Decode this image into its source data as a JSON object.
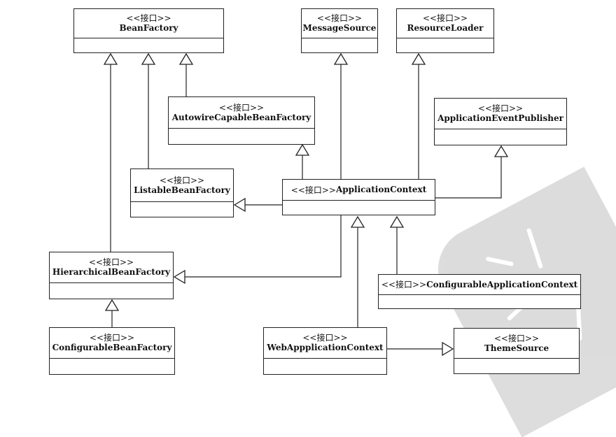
{
  "diagram": {
    "stereotype": "<<接口>>",
    "boxes": {
      "bean_factory": "BeanFactory",
      "message_source": "MessageSource",
      "resource_loader": "ResourceLoader",
      "autowire_capable_bean_factory": "AutowireCapableBeanFactory",
      "application_event_publisher": "ApplicationEventPublisher",
      "listable_bean_factory": "ListableBeanFactory",
      "application_context": "ApplicationContext",
      "hierarchical_bean_factory": "HierarchicalBeanFactory",
      "configurable_application_context": "ConfigurableApplicationContext",
      "configurable_bean_factory": "ConfigurableBeanFactory",
      "web_application_context": "WebAppplicationContext",
      "theme_source": "ThemeSource"
    }
  },
  "colors": {
    "line": "#222222",
    "background": "#ffffff",
    "watermark": "#d9d9d9"
  }
}
